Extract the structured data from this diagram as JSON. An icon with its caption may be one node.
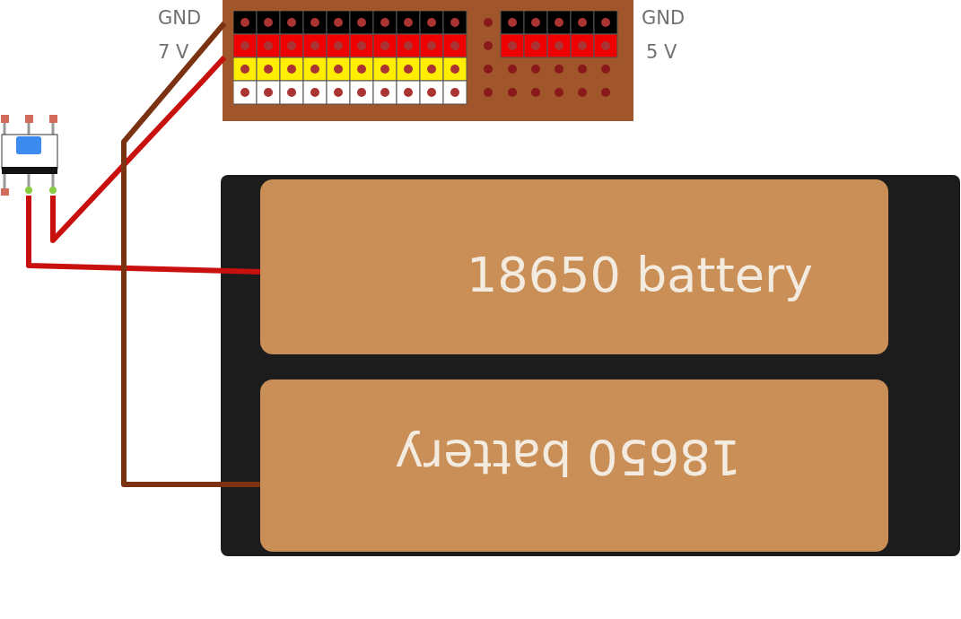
{
  "diagram": {
    "nodes": [
      {
        "text": [],
        "shape": "picture",
        "beside": [
          "GND",
          "7 V",
          "GND",
          "5 V"
        ]
      },
      {
        "text": [],
        "shape": "picture"
      },
      {
        "text": [],
        "shape": "box"
      },
      {
        "text": [
          "18650 battery"
        ],
        "in": 2
      },
      {
        "text": [
          "18650 battery"
        ],
        "in": 2
      }
    ],
    "edges": [
      {
        "from": 1,
        "to": 0,
        "arrow": "none"
      },
      {
        "from": 1,
        "to": 3,
        "arrow": "none"
      },
      {
        "from": 0,
        "to": 4,
        "arrow": "none",
        "color": "#7a3210"
      }
    ]
  }
}
